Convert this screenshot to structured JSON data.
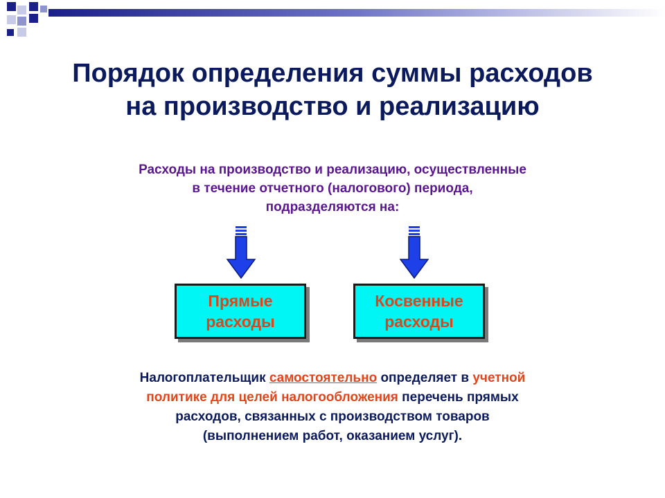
{
  "title": {
    "line1": "Порядок определения суммы расходов",
    "line2": "на производство и реализацию"
  },
  "intro": {
    "line1": "Расходы на производство и реализацию, осуществленные",
    "line2": "в течение отчетного (налогового) периода,",
    "line3": "подразделяются на:"
  },
  "boxes": [
    {
      "line1": "Прямые",
      "line2": "расходы"
    },
    {
      "line1": "Косвенные",
      "line2": "расходы"
    }
  ],
  "note": {
    "l1_a": "Налогоплательщик ",
    "l1_b": "самостоятельно",
    "l1_c": " определяет в ",
    "l1_d": "учетной",
    "l2_a": "политике для целей налогообложения",
    "l2_b": " перечень прямых",
    "l3": "расходов, связанных с производством товаров",
    "l4": "(выполнением работ, оказанием услуг)."
  },
  "colors": {
    "title": "#0a1a5c",
    "intro": "#5a1590",
    "box_fill": "#00f5f5",
    "box_text": "#d8481c",
    "highlight": "#e0461a",
    "arrow": "#1e40e8"
  },
  "icons": [
    "arrow-down-icon",
    "arrow-down-icon"
  ]
}
